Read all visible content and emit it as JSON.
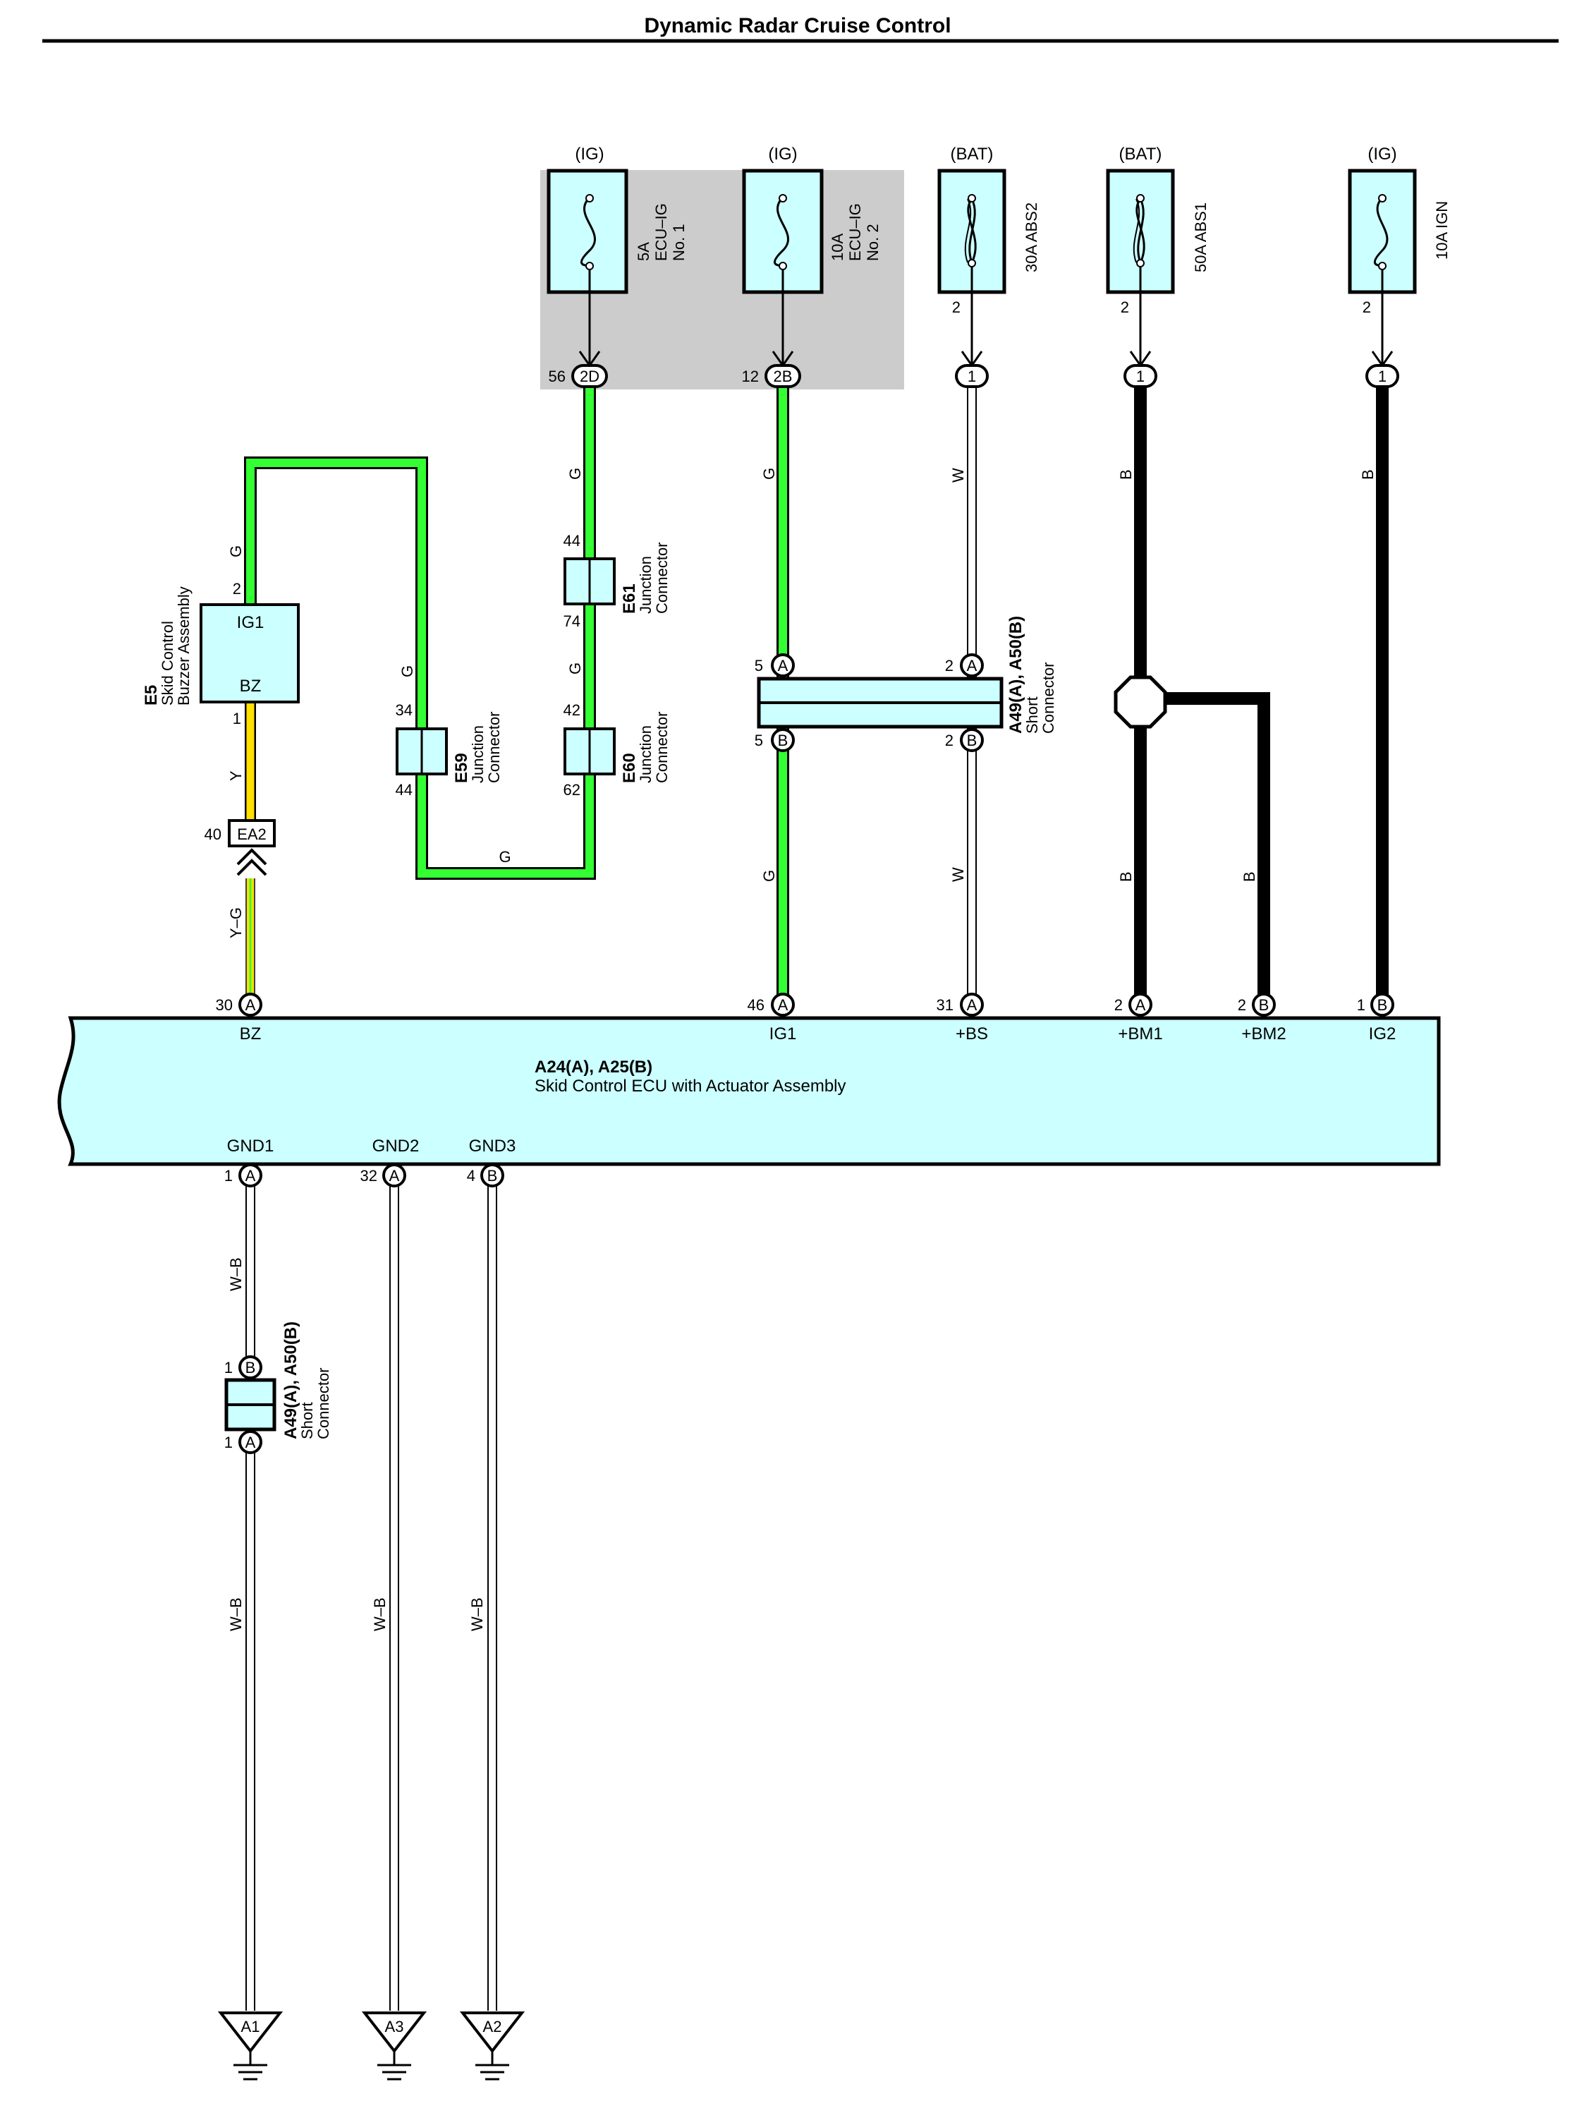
{
  "title": "Dynamic Radar Cruise Control",
  "colors": {
    "component_fill": "#ccffff",
    "fuse_block_fill": "#cccccc",
    "wire_green": "#33ff33",
    "wire_yellow": "#ffe000",
    "wire_black": "#000000",
    "wire_white": "#ffffff"
  },
  "fuses": [
    {
      "id": "fuse1",
      "supply": "(IG)",
      "rating": "5A",
      "name_lines": [
        "ECU–IG",
        "No. 1"
      ],
      "pin_top": "",
      "connector_pin": "56",
      "connector": "2D"
    },
    {
      "id": "fuse2",
      "supply": "(IG)",
      "rating": "10A",
      "name_lines": [
        "ECU–IG",
        "No. 2"
      ],
      "pin_top": "",
      "connector_pin": "12",
      "connector": "2B"
    },
    {
      "id": "fuse3",
      "supply": "(BAT)",
      "label": "30A ABS2",
      "pin_top": "2",
      "connector": "1"
    },
    {
      "id": "fuse4",
      "supply": "(BAT)",
      "label": "50A ABS1",
      "pin_top": "2",
      "connector": "1"
    },
    {
      "id": "fuse5",
      "supply": "(IG)",
      "label": "10A IGN",
      "pin_top": "2",
      "connector": "1"
    }
  ],
  "buzzer": {
    "code": "E5",
    "name_lines": [
      "Skid Control",
      "Buzzer Assembly"
    ],
    "terminal_ig1": "IG1",
    "terminal_bz": "BZ",
    "pin_ig1": "2",
    "pin_bz": "1"
  },
  "junctions": {
    "e59": {
      "code": "E59",
      "name_lines": [
        "Junction",
        "Connector"
      ],
      "pin_top": "34",
      "pin_bottom": "44"
    },
    "e60": {
      "code": "E60",
      "name_lines": [
        "Junction",
        "Connector"
      ],
      "pin_top": "42",
      "pin_bottom": "62"
    },
    "e61": {
      "code": "E61",
      "name_lines": [
        "Junction",
        "Connector"
      ],
      "pin_top": "44",
      "pin_bottom": "74"
    }
  },
  "inline_connector": {
    "code": "EA2",
    "pin": "40"
  },
  "short_connector_top": {
    "code": "A49(A), A50(B)",
    "name_lines": [
      "Short",
      "Connector"
    ],
    "pins": {
      "left_a": "5",
      "left_a_letter": "A",
      "left_b": "5",
      "left_b_letter": "B",
      "right_a": "2",
      "right_a_letter": "A",
      "right_b": "2",
      "right_b_letter": "B"
    }
  },
  "short_connector_gnd": {
    "code": "A49(A), A50(B)",
    "name_lines": [
      "Short",
      "Connector"
    ],
    "pin_top": "1",
    "pin_top_letter": "B",
    "pin_bottom": "1",
    "pin_bottom_letter": "A"
  },
  "ecu": {
    "code": "A24(A), A25(B)",
    "name": "Skid Control ECU with Actuator Assembly",
    "top_terminals": [
      {
        "pin": "30",
        "letter": "A",
        "name": "BZ"
      },
      {
        "pin": "46",
        "letter": "A",
        "name": "IG1"
      },
      {
        "pin": "31",
        "letter": "A",
        "name": "+BS"
      },
      {
        "pin": "2",
        "letter": "A",
        "name": "+BM1"
      },
      {
        "pin": "2",
        "letter": "B",
        "name": "+BM2"
      },
      {
        "pin": "1",
        "letter": "B",
        "name": "IG2"
      }
    ],
    "bottom_terminals": [
      {
        "pin": "1",
        "letter": "A",
        "name": "GND1"
      },
      {
        "pin": "32",
        "letter": "A",
        "name": "GND2"
      },
      {
        "pin": "4",
        "letter": "B",
        "name": "GND3"
      }
    ]
  },
  "wire_colors": {
    "g": "G",
    "y": "Y",
    "yg": "Y–G",
    "w": "W",
    "b": "B",
    "wb": "W–B"
  },
  "grounds": [
    "A1",
    "A3",
    "A2"
  ]
}
